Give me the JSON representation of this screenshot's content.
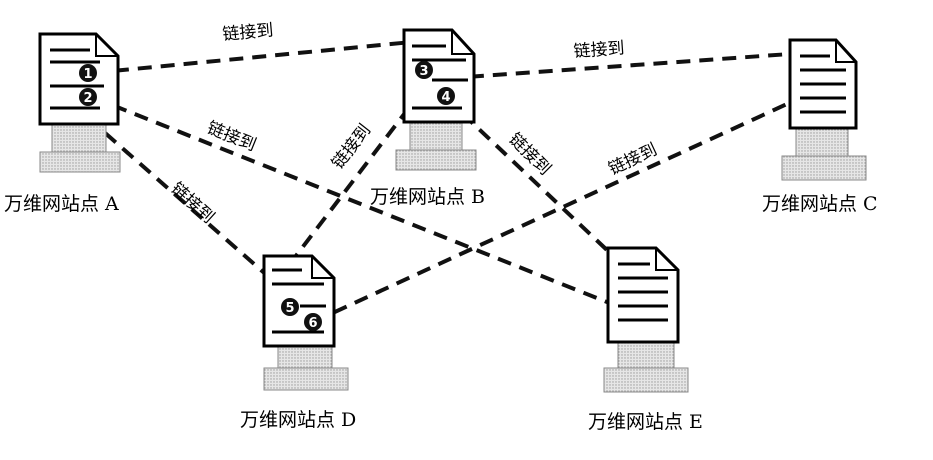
{
  "sites": [
    {
      "id": "A",
      "label": "万维网站点 A"
    },
    {
      "id": "B",
      "label": "万维网站点 B"
    },
    {
      "id": "C",
      "label": "万维网站点 C"
    },
    {
      "id": "D",
      "label": "万维网站点 D"
    },
    {
      "id": "E",
      "label": "万维网站点 E"
    }
  ],
  "links": [
    {
      "number": "1",
      "from": "A",
      "to": "B",
      "label": "链接到"
    },
    {
      "number": "2",
      "from": "A",
      "to": "E",
      "label": "链接到"
    },
    {
      "number": "",
      "from": "A",
      "to": "D",
      "label": "链接到"
    },
    {
      "number": "3",
      "from": "B",
      "to": "C",
      "label": "链接到"
    },
    {
      "number": "4",
      "from": "B",
      "to": "E",
      "label": "链接到"
    },
    {
      "number": "5",
      "from": "D",
      "to": "B",
      "label": "链接到"
    },
    {
      "number": "6",
      "from": "D",
      "to": "C",
      "label": "链接到"
    }
  ],
  "colors": {
    "line": "#111111",
    "badge": "#111111",
    "document": "#ffffff",
    "terminal": "#d8d8d8"
  }
}
